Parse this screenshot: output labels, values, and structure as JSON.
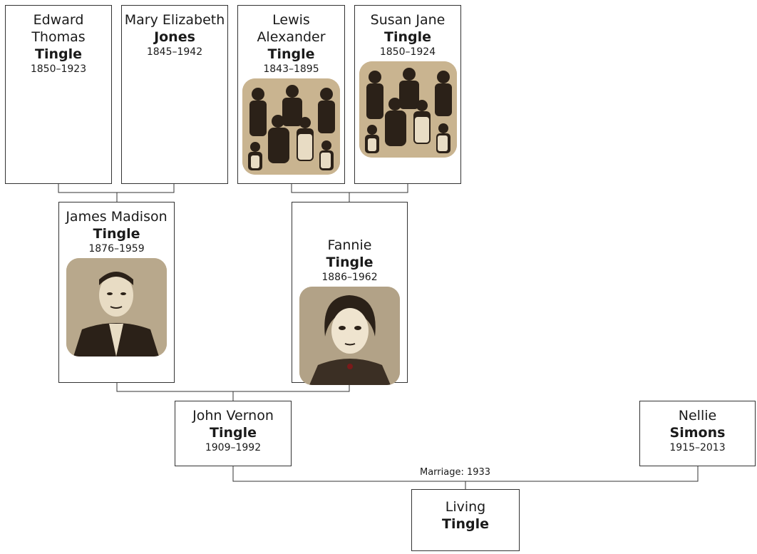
{
  "people": {
    "edward": {
      "given": "Edward Thomas",
      "surname": "Tingle",
      "years": "1850–1923"
    },
    "mary": {
      "given": "Mary Elizabeth",
      "surname": "Jones",
      "years": "1845–1942"
    },
    "lewis": {
      "given": "Lewis Alexander",
      "surname": "Tingle",
      "years": "1843–1895",
      "photo": "family-group-photo"
    },
    "susan": {
      "given": "Susan Jane",
      "surname": "Tingle",
      "years": "1850–1924",
      "photo": "family-group-photo"
    },
    "james": {
      "given": "James Madison",
      "surname": "Tingle",
      "years": "1876–1959",
      "photo": "man-portrait-photo"
    },
    "fannie": {
      "given": "Fannie",
      "surname": "Tingle",
      "years": "1886–1962",
      "photo": "woman-portrait-photo"
    },
    "john": {
      "given": "John Vernon",
      "surname": "Tingle",
      "years": "1909–1992"
    },
    "nellie": {
      "given": "Nellie",
      "surname": "Simons",
      "years": "1915–2013"
    },
    "living": {
      "given": "Living",
      "surname": "Tingle"
    }
  },
  "marriage": {
    "label": "Marriage: 1933"
  },
  "colors": {
    "line": "#333333",
    "photo_sepia": "#c9b490",
    "photo_dark": "#2b2118"
  }
}
